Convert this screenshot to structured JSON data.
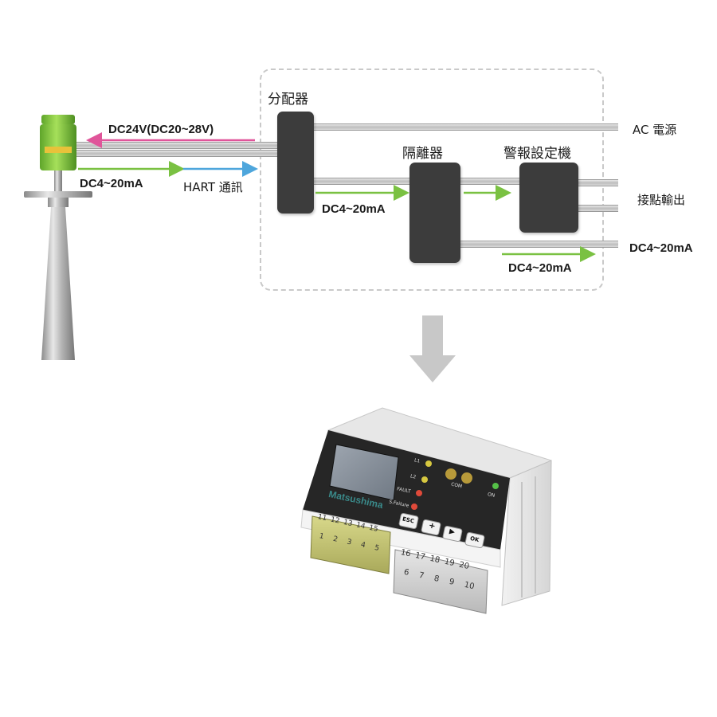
{
  "diagram": {
    "labels": {
      "power_in": "DC24V(DC20~28V)",
      "sensor_out": "DC4~20mA",
      "hart": "HART 通訊",
      "distributor": "分配器",
      "isolator": "隔離器",
      "alarm_unit": "警報設定機",
      "ac_power": "AC 電源",
      "contact_out": "接點輸出",
      "distributor_out": "DC4~20mA",
      "isolator_out": "DC4~20mA",
      "right_out": "DC4~20mA"
    },
    "colors": {
      "power_arrow": "#e0559a",
      "signal_arrow": "#7ac142",
      "hart_arrow": "#4ea6dc",
      "device_box": "#3c3c3c",
      "big_arrow": "#c8c8c8",
      "sensor_green": "#8ccf3c"
    },
    "icons": [
      "radar-level-sensor",
      "down-arrow",
      "controller-device"
    ]
  },
  "device": {
    "brand": "Matsushima",
    "leds": [
      "L1",
      "L2",
      "FAULT",
      "S.Failure"
    ],
    "com_label": "COM",
    "on_label": "ON",
    "buttons": [
      "ESC",
      "+",
      "▶",
      "OK"
    ],
    "terminals_left_top": [
      "11",
      "12",
      "13",
      "14",
      "15"
    ],
    "terminals_left_bottom": [
      "1",
      "2",
      "3",
      "4",
      "5"
    ],
    "terminals_right_top": [
      "16",
      "17",
      "18",
      "19",
      "20"
    ],
    "terminals_right_bottom": [
      "6",
      "7",
      "8",
      "9",
      "10"
    ]
  }
}
